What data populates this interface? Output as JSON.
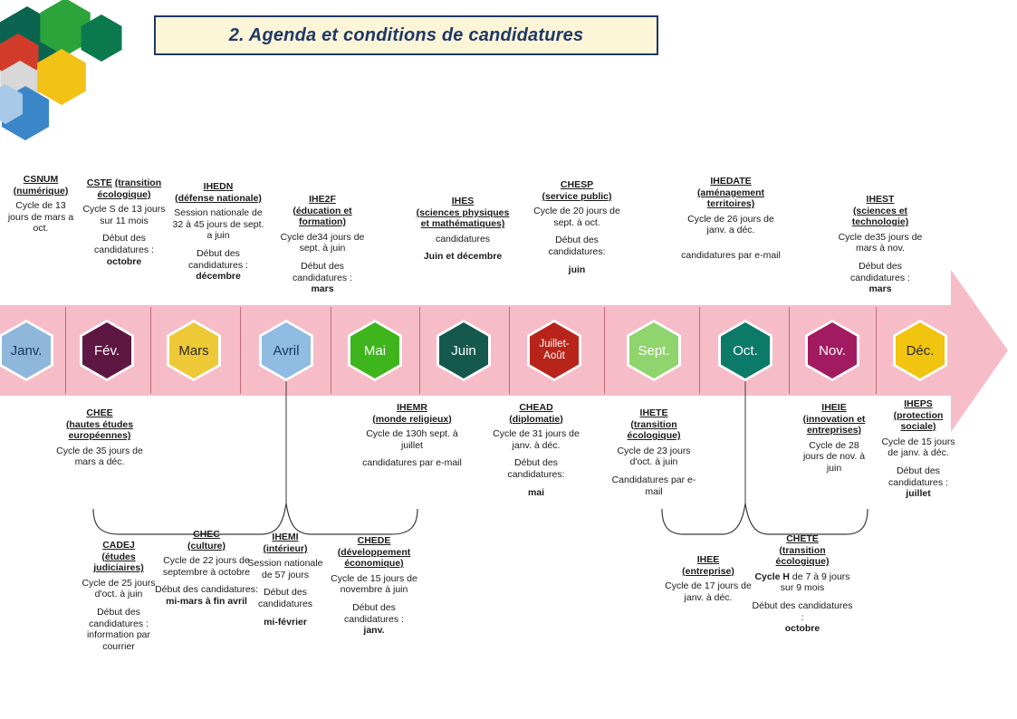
{
  "title": "2. Agenda et conditions de candidatures",
  "colors": {
    "arrow": "#f6bdc8",
    "title_bg": "#fdf5d8",
    "title_border": "#1f3864"
  },
  "months": [
    {
      "label": "Janv.",
      "color": "#8fb7db",
      "text": "#17365d"
    },
    {
      "label": "Fév.",
      "color": "#5e1742",
      "text": "#ffffff"
    },
    {
      "label": "Mars",
      "color": "#eec937",
      "text": "#2b2b2b"
    },
    {
      "label": "Avril",
      "color": "#90bbe2",
      "text": "#17365d"
    },
    {
      "label": "Mai",
      "color": "#3eb51c",
      "text": "#ffffff"
    },
    {
      "label": "Juin",
      "color": "#15594e",
      "text": "#ffffff"
    },
    {
      "label": "Juillet-Août",
      "color": "#b9241a",
      "text": "#ffffff"
    },
    {
      "label": "Sept.",
      "color": "#8fd46c",
      "text": "#ffffff"
    },
    {
      "label": "Oct.",
      "color": "#0c7a69",
      "text": "#ffffff"
    },
    {
      "label": "Nov.",
      "color": "#a21b60",
      "text": "#ffffff"
    },
    {
      "label": "Déc.",
      "color": "#f1c40f",
      "text": "#2b2b2b"
    }
  ],
  "entries": {
    "csnum": {
      "name": "CSNUM",
      "sub": "(numérique)",
      "cycle": "Cycle de 13 jours de mars a oct."
    },
    "cste": {
      "name": "CSTE",
      "sub": "(transition écologique)",
      "cycle": "Cycle S de 13 jours sur 11 mois",
      "debut": "Début des candidatures :",
      "value": "octobre"
    },
    "ihedn": {
      "name": "IHEDN",
      "sub": "(défense nationale)",
      "cycle": "Session nationale de 32 à 45 jours de sept. a juin",
      "debut": "Début des candidatures :",
      "value": "décembre"
    },
    "ihe2f": {
      "name": "IHE2F",
      "sub": "(éducation et formation)",
      "cycle": "Cycle de34 jours de sept. à juin",
      "debut": "Début des candidatures :",
      "value": "mars"
    },
    "ihes": {
      "name": "IHES",
      "sub": "(sciences physiques et mathématiques)",
      "cycle": "candidatures",
      "value": "Juin et décembre"
    },
    "chesp": {
      "name": "CHESP",
      "sub": "(service public)",
      "cycle": "Cycle de 20 jours de sept. à oct.",
      "debut": "Début des candidatures:",
      "value": "juin"
    },
    "ihedate": {
      "name": "IHEDATE",
      "sub": "(aménagement territoires)",
      "cycle": "Cycle de 26 jours de janv. a déc.",
      "extra": "candidatures par e-mail"
    },
    "ihest": {
      "name": "IHEST",
      "sub": "(sciences et technologie)",
      "cycle": "Cycle de35 jours de mars à nov.",
      "debut": "Début des candidatures :",
      "value": "mars"
    },
    "chee": {
      "name": "CHEE",
      "sub": "(hautes études européennes)",
      "cycle": "Cycle de 35 jours de mars a déc."
    },
    "ihemr": {
      "name": "IHEMR",
      "sub": "(monde religieux)",
      "cycle": "Cycle de 130h sept. à juillet",
      "extra": "candidatures par e-mail"
    },
    "chead": {
      "name": "CHEAD",
      "sub": "(diplomatie)",
      "cycle": "Cycle de 31 jours de janv. à déc.",
      "debut": "Début des candidatures:",
      "value": "mai"
    },
    "ihete": {
      "name": "IHETE",
      "sub": "(transition écologique)",
      "cycle": "Cycle de 23 jours d'oct. à juin",
      "extra": "Candidatures par e-mail"
    },
    "iheie": {
      "name": "IHEIE",
      "sub": "(innovation et entreprises)",
      "cycle": "Cycle de 28 jours de nov. à juin"
    },
    "iheps": {
      "name": "IHEPS",
      "sub": "(protection sociale)",
      "cycle": "Cycle de 15 jours de janv. à déc.",
      "debut": "Début des candidatures :",
      "value": "juillet"
    },
    "cadej": {
      "name": "CADEJ",
      "sub": "(études judiciaires)",
      "cycle": "Cycle de 25 jours d'oct. à juin",
      "debut": "Début des candidatures :",
      "info": "information par courrier"
    },
    "chec": {
      "name": "CHEC",
      "sub": "(culture)",
      "cycle": "Cycle de 22 jours de septembre à octobre",
      "debut": "Début des candidatures:",
      "value": "mi-mars à fin avril"
    },
    "ihemi": {
      "name": "IHEMI",
      "sub": "(intérieur)",
      "cycle": "Session nationale de 57 jours",
      "debut": "Début des candidatures",
      "value": "mi-février"
    },
    "chede": {
      "name": "CHEDE",
      "sub": "(développement économique)",
      "cycle": "Cycle de 15 jours de novembre à juin",
      "debut": "Début des candidatures :",
      "value": "janv."
    },
    "ihee": {
      "name": "IHEE",
      "sub": "(entreprise)",
      "cycle": "Cycle de 17 jours de janv. à déc."
    },
    "chete": {
      "name": "CHETE",
      "sub": "(transition écologique)",
      "cycle_bold": "Cycle H",
      "cycle_rest": "de 7 à 9 jours sur 9 mois",
      "debut": "Début des candidatures :",
      "value": "octobre"
    }
  }
}
